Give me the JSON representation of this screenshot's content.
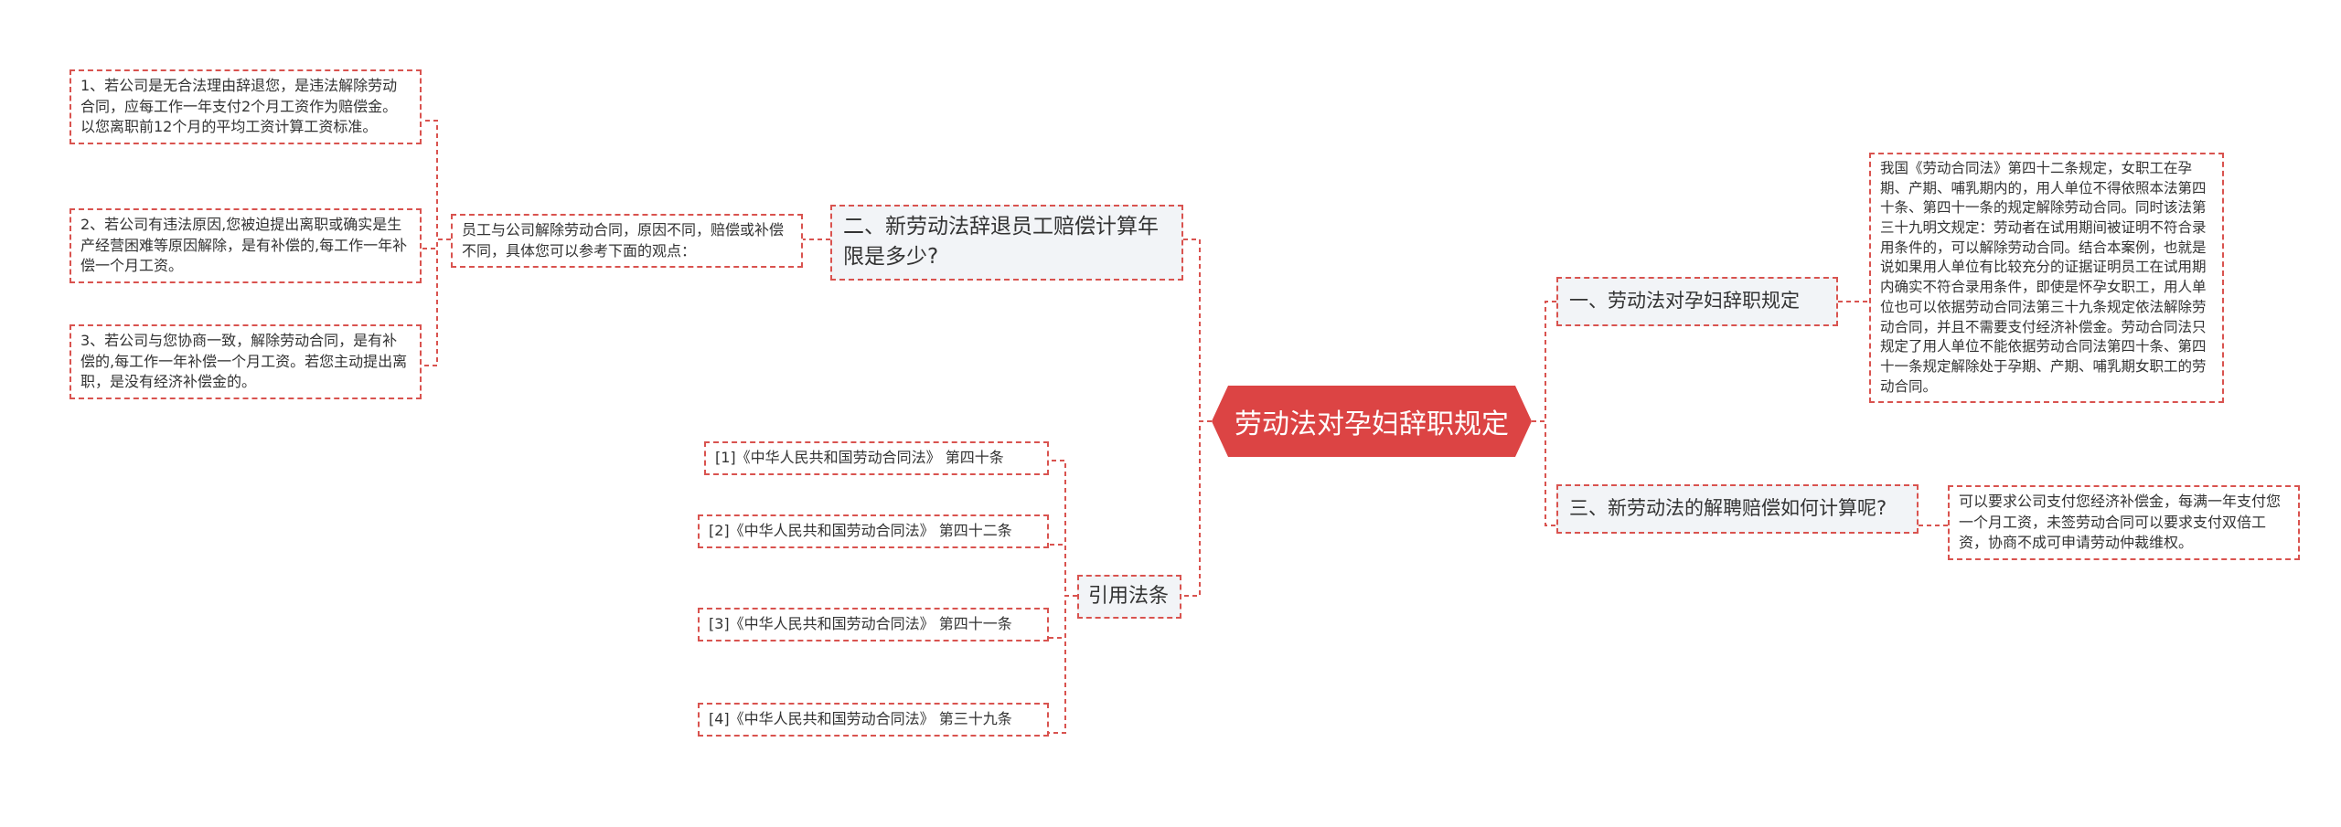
{
  "colors": {
    "accent": "#dc4444",
    "line": "#d9534f",
    "branch_bg": "#f2f4f7"
  },
  "root": {
    "label": "劳动法对孕妇辞职规定"
  },
  "branch1": {
    "label": "一、劳动法对孕妇辞职规定",
    "detail": "我国《劳动合同法》第四十二条规定，女职工在孕期、产期、哺乳期内的，用人单位不得依照本法第四十条、第四十一条的规定解除劳动合同。同时该法第三十九明文规定：劳动者在试用期间被证明不符合录用条件的，可以解除劳动合同。结合本案例，也就是说如果用人单位有比较充分的证据证明员工在试用期内确实不符合录用条件，即使是怀孕女职工，用人单位也可以依据劳动合同法第三十九条规定依法解除劳动合同，并且不需要支付经济补偿金。劳动合同法只规定了用人单位不能依据劳动合同法第四十条、第四十一条规定解除处于孕期、产期、哺乳期女职工的劳动合同。"
  },
  "branch2": {
    "label": "二、新劳动法辞退员工赔偿计算年限是多少?",
    "intro": "员工与公司解除劳动合同，原因不同，赔偿或补偿不同，具体您可以参考下面的观点：",
    "points": [
      "1、若公司是无合法理由辞退您，是违法解除劳动合同，应每工作一年支付2个月工资作为赔偿金。以您离职前12个月的平均工资计算工资标准。",
      "2、若公司有违法原因,您被迫提出离职或确实是生产经营困难等原因解除，是有补偿的,每工作一年补偿一个月工资。",
      "3、若公司与您协商一致，解除劳动合同，是有补偿的,每工作一年补偿一个月工资。若您主动提出离职，是没有经济补偿金的。"
    ]
  },
  "branch3": {
    "label": "三、新劳动法的解聘赔偿如何计算呢?",
    "detail": "可以要求公司支付您经济补偿金，每满一年支付您一个月工资，未签劳动合同可以要求支付双倍工资，协商不成可申请劳动仲裁维权。"
  },
  "citations": {
    "label": "引用法条",
    "items": [
      "[1]《中华人民共和国劳动合同法》 第四十条",
      "[2]《中华人民共和国劳动合同法》 第四十二条",
      "[3]《中华人民共和国劳动合同法》 第四十一条",
      "[4]《中华人民共和国劳动合同法》 第三十九条"
    ]
  }
}
